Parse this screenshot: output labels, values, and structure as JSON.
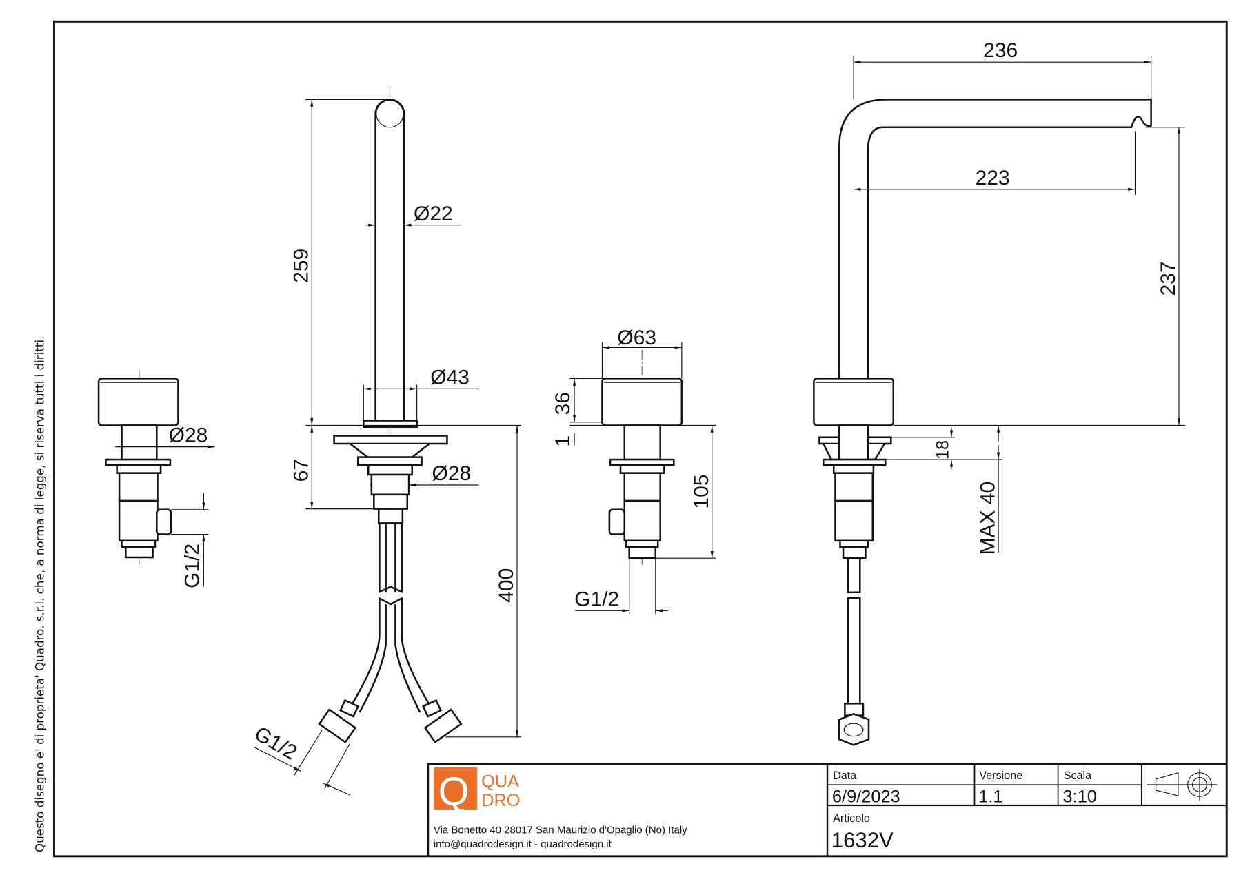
{
  "copyright_note": "Questo disegno e' di proprieta' Quadro. s.r.l. che, a norma di legge, si riserva tutti i diritti.",
  "dimensions": {
    "valve_left": {
      "diameter": "Ø28",
      "thread": "G1/2"
    },
    "spout_front": {
      "height": "259",
      "pipe_diameter": "Ø22",
      "collar_diameter": "Ø43",
      "body_diameter": "Ø28",
      "under_height": "67",
      "hose_length": "400",
      "hose_thread": "G1/2"
    },
    "valve_right": {
      "knob_diameter": "Ø63",
      "knob_height": "36",
      "gap": "1",
      "body_height": "105",
      "thread": "G1/2"
    },
    "spout_side": {
      "reach_total": "236",
      "reach_outlet": "223",
      "outlet_height": "237",
      "base_height": "18",
      "max_thickness": "MAX  40"
    }
  },
  "title_block": {
    "logo": {
      "line1": "QUA",
      "line2": "DRO",
      "letter": "Q"
    },
    "address_line1": "Via Bonetto 40  28017 San Maurizio d'Opaglio (No) Italy",
    "address_line2": "info@quadrodesign.it  -  quadrodesign.it",
    "date_label": "Data",
    "date_value": "6/9/2023",
    "version_label": "Versione",
    "version_value": "1.1",
    "scale_label": "Scala",
    "scale_value": "3:10",
    "article_label": "Articolo",
    "article_value": "1632V",
    "projection_symbol": "first-angle-projection-icon",
    "brand_color": "#e8702a"
  }
}
